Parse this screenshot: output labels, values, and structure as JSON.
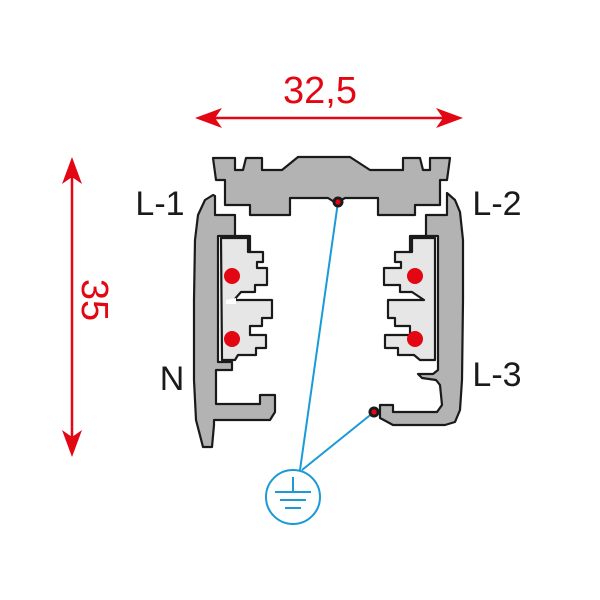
{
  "diagram": {
    "type": "track-profile-cross-section",
    "colors": {
      "dimension": "#e30613",
      "profile_fill": "#b3b3b3",
      "insulator_fill": "#e6e6e6",
      "outline": "#1a1a1a",
      "conductor": "#e30613",
      "ground_line": "#1a9ad6",
      "label": "#1a1a1a"
    },
    "dimensions": {
      "width": {
        "label": "32,5"
      },
      "height": {
        "label": "35"
      }
    },
    "labels": {
      "l1": "L-1",
      "l2": "L-2",
      "n": "N",
      "l3": "L-3"
    },
    "conductors": [
      {
        "side": "left",
        "position": "upper"
      },
      {
        "side": "left",
        "position": "lower"
      },
      {
        "side": "right",
        "position": "upper"
      },
      {
        "side": "right",
        "position": "lower"
      }
    ],
    "ground": {
      "symbol": "protective-earth-icon",
      "contact_points": 2
    }
  }
}
